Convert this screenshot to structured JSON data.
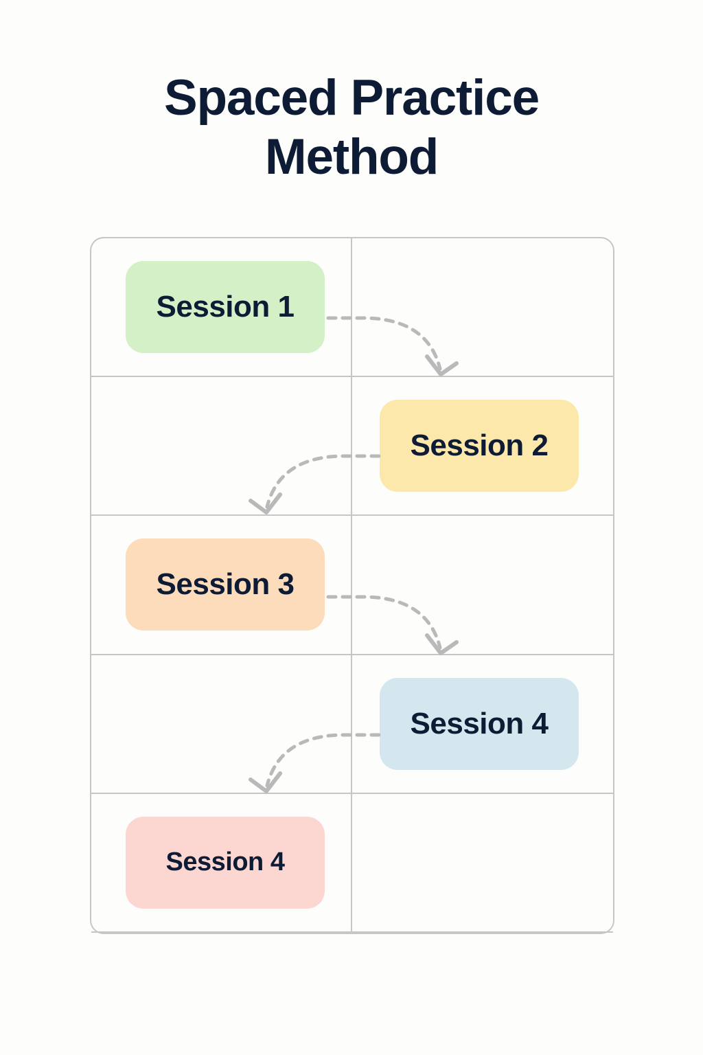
{
  "page": {
    "background_color": "#fdfdfb",
    "title": "Spaced Practice\nMethod",
    "title_color": "#0d1b35"
  },
  "grid": {
    "border_color": "#c6c6c6",
    "columns": 2,
    "rows": 5,
    "rows_data": [
      {
        "index": 1,
        "side": "left",
        "label": "Session 1",
        "color": "#d4f0c7",
        "arrow": "curve-right-down",
        "arrow_color": "#b9b9b9"
      },
      {
        "index": 2,
        "side": "right",
        "label": "Session 2",
        "color": "#fce8ab",
        "arrow": "curve-left-down",
        "arrow_color": "#b9b9b9"
      },
      {
        "index": 3,
        "side": "left",
        "label": "Session 3",
        "color": "#fcdcbb",
        "arrow": "curve-right-down",
        "arrow_color": "#b9b9b9"
      },
      {
        "index": 4,
        "side": "right",
        "label": "Session 4",
        "color": "#d4e7ef",
        "arrow": "curve-left-down",
        "arrow_color": "#b9b9b9"
      },
      {
        "index": 5,
        "side": "left",
        "label": "Session 4",
        "color": "#fcd6d1",
        "arrow": "none",
        "arrow_color": ""
      }
    ]
  }
}
